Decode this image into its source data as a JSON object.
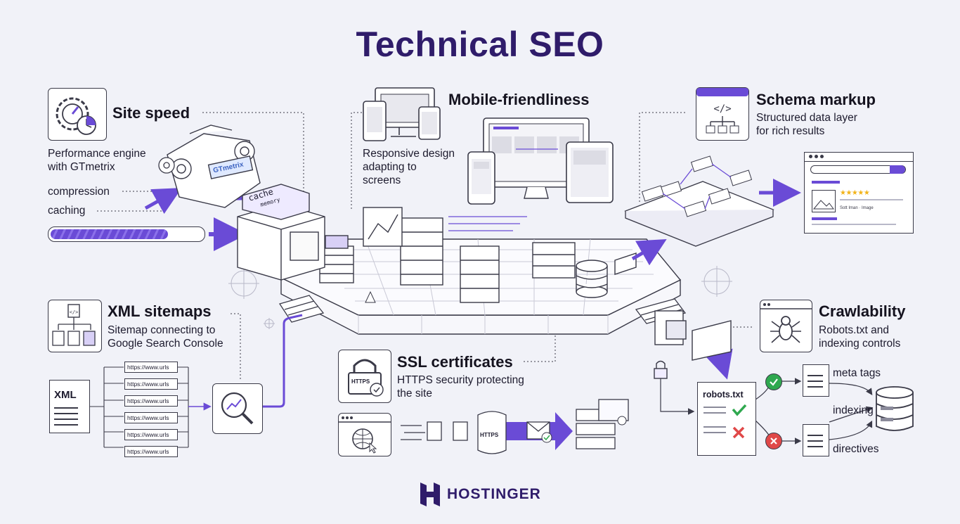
{
  "title": "Technical SEO",
  "brand": "HOSTINGER",
  "colors": {
    "accent": "#6a4bd6",
    "dark": "#2f1c6a",
    "line": "#3a3a48",
    "check": "#2fa84f",
    "cross": "#e04848",
    "star": "#f2b318"
  },
  "sections": {
    "site_speed": {
      "heading": "Site speed",
      "desc_line1": "Performance engine",
      "desc_line2": "with GTmetrix",
      "label_compression": "compression",
      "label_caching": "caching",
      "engine_badge": "GTmetrix",
      "cache_box": "cache",
      "cache_sub": "memory",
      "icon": "speedometer-gear-icon"
    },
    "mobile": {
      "heading": "Mobile-friendliness",
      "desc_line1": "Responsive design",
      "desc_line2": "adapting to",
      "desc_line3": "screens",
      "icon": "devices-icon"
    },
    "schema": {
      "heading": "Schema markup",
      "desc_line1": "Structured data layer",
      "desc_line2": "for rich results",
      "icon": "code-tree-icon",
      "result_caption": "Sott Iman · Image",
      "stars": "★★★★★"
    },
    "sitemaps": {
      "heading": "XML sitemaps",
      "desc_line1": "Sitemap connecting to",
      "desc_line2": "Google Search Console",
      "xml_label": "XML",
      "urls": [
        "https://www.urls",
        "https://www.urls",
        "https://www.urls",
        "https://www.urls",
        "https://www.urls",
        "https://www.urls"
      ],
      "icon": "sitemap-icon"
    },
    "ssl": {
      "heading": "SSL certificates",
      "desc_line1": "HTTPS security protecting",
      "desc_line2": "the site",
      "lock_label": "HTTPS",
      "tunnel_label": "HTTPS",
      "icon": "lock-icon"
    },
    "crawl": {
      "heading": "Crawlability",
      "desc_line1": "Robots.txt and",
      "desc_line2": "indexing controls",
      "robots_file": "robots.txt",
      "out_meta": "meta tags",
      "out_indexing": "indexing",
      "out_directives": "directives",
      "icon": "spider-icon"
    }
  }
}
